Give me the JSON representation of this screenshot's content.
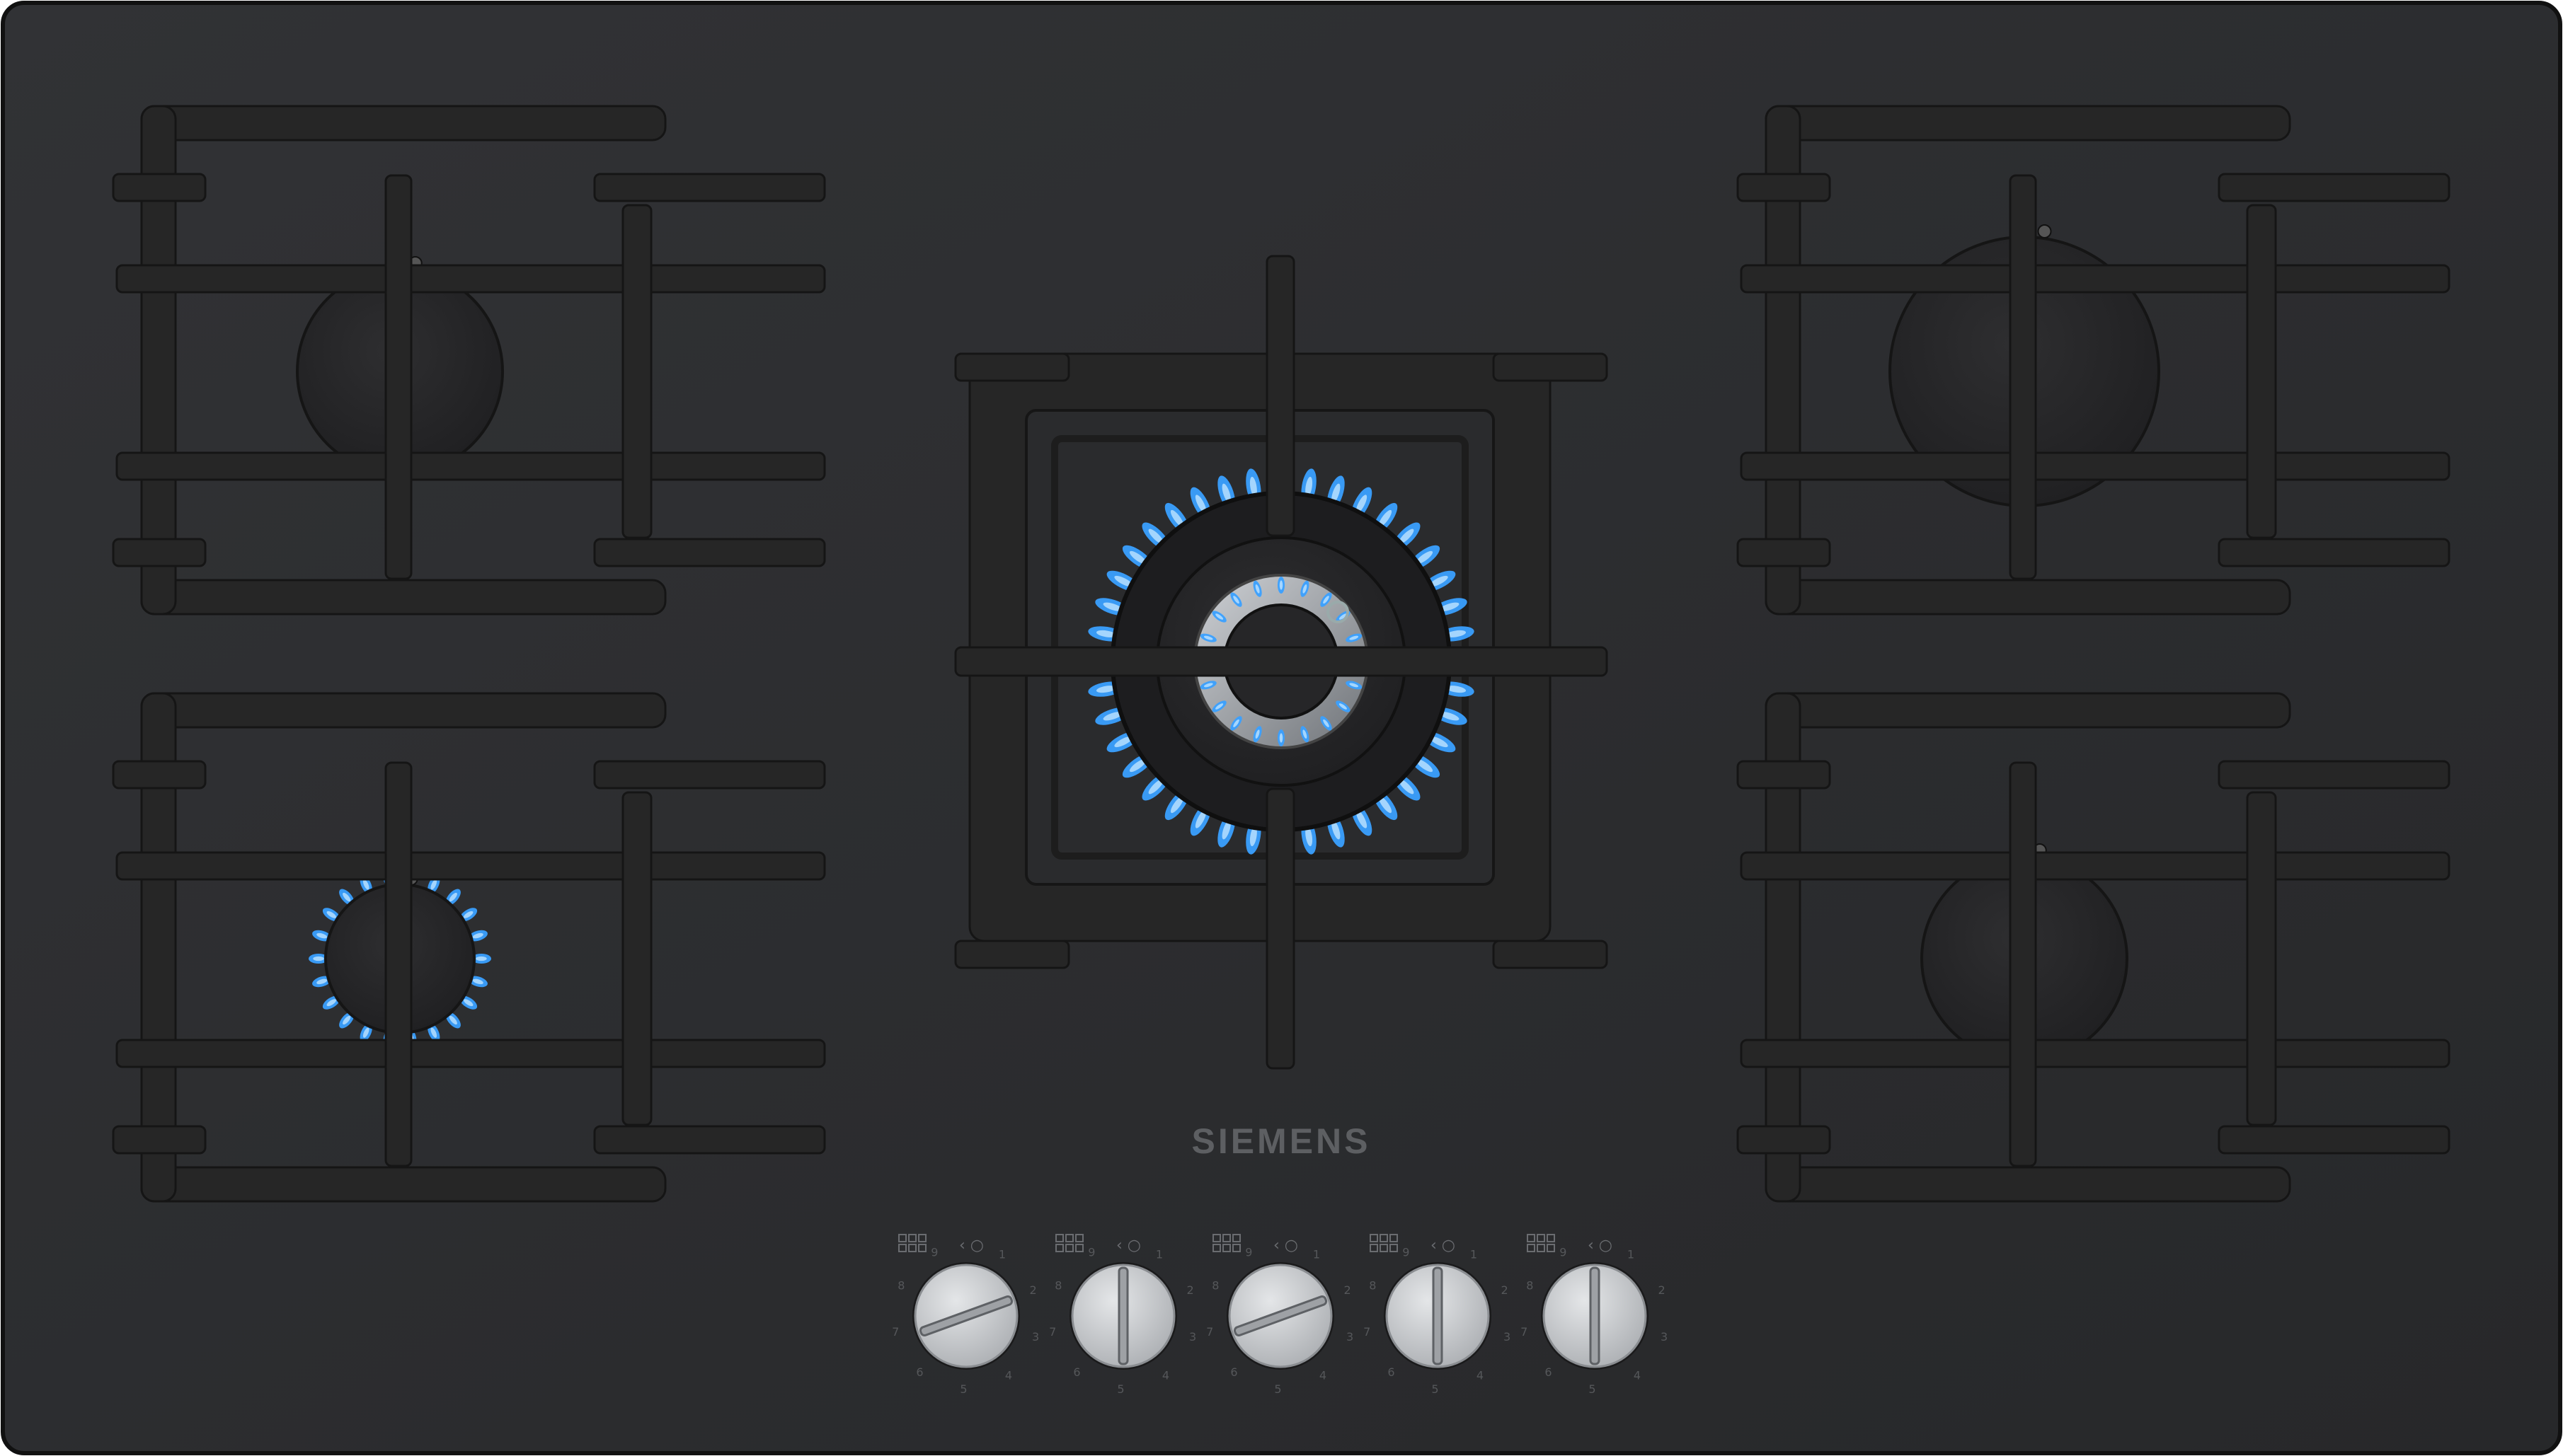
{
  "hob": {
    "brand": "SIEMENS",
    "glass_color": "#2c2d2f",
    "grate_color": "#262626",
    "burner_color": "#252527",
    "flame_color": "#3aa0ff",
    "knob_color": "#c9cbce"
  },
  "burners": [
    {
      "label": "burner-rear-left",
      "lit": false
    },
    {
      "label": "burner-front-left",
      "lit": true,
      "flame_level": "low"
    },
    {
      "label": "burner-center-wok",
      "lit": true,
      "flame_level": "high"
    },
    {
      "label": "burner-rear-right",
      "lit": false
    },
    {
      "label": "burner-front-right",
      "lit": false
    }
  ],
  "knobs": [
    {
      "scale": [
        "1",
        "2",
        "3",
        "4",
        "5",
        "6",
        "7",
        "8",
        "9"
      ],
      "pointer_rotation_deg": -20
    },
    {
      "scale": [
        "1",
        "2",
        "3",
        "4",
        "5",
        "6",
        "7",
        "8",
        "9"
      ],
      "pointer_rotation_deg": 90
    },
    {
      "scale": [
        "1",
        "2",
        "3",
        "4",
        "5",
        "6",
        "7",
        "8",
        "9"
      ],
      "pointer_rotation_deg": -20
    },
    {
      "scale": [
        "1",
        "2",
        "3",
        "4",
        "5",
        "6",
        "7",
        "8",
        "9"
      ],
      "pointer_rotation_deg": 90
    },
    {
      "scale": [
        "1",
        "2",
        "3",
        "4",
        "5",
        "6",
        "7",
        "8",
        "9"
      ],
      "pointer_rotation_deg": 90
    }
  ]
}
